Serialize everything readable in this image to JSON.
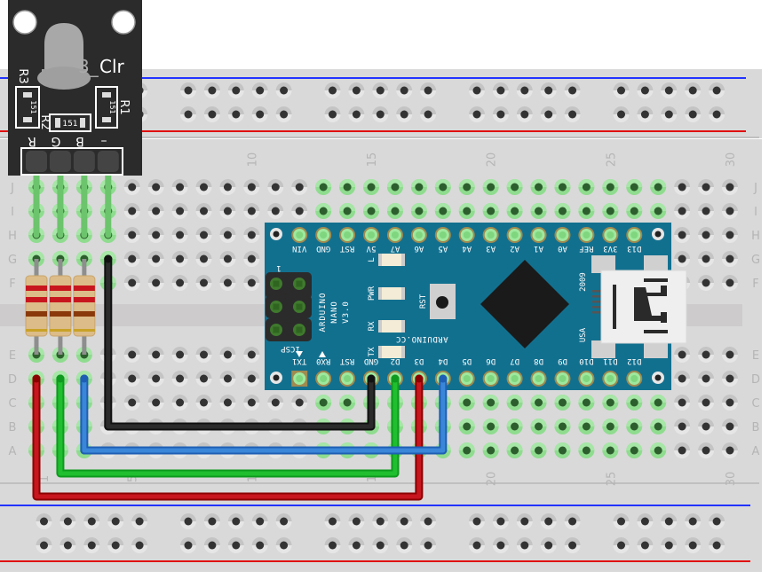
{
  "breadboard": {
    "columns": 30,
    "row_labels_top": [
      "J",
      "I",
      "H",
      "G",
      "F"
    ],
    "row_labels_bottom": [
      "E",
      "D",
      "C",
      "B",
      "A"
    ],
    "column_number_labels": [
      "10",
      "15",
      "20",
      "25",
      "30"
    ],
    "column_number_labels_bottom": [
      "5",
      "1",
      "20",
      "25",
      "30"
    ],
    "rail_colors": {
      "negative": "#1f2fff",
      "positive": "#e01010"
    }
  },
  "rgb_led_module": {
    "title": "Clr",
    "title_prefix": "3_",
    "resistor_labels": [
      "R3",
      "R2",
      "R1"
    ],
    "smd_resistor_code": "151",
    "pin_labels": [
      "R",
      "G",
      "B",
      "–"
    ]
  },
  "resistors": {
    "count": 3,
    "bands": [
      "#c8161e",
      "#c8161e",
      "#8a3a0a",
      "#c9a227"
    ]
  },
  "arduino_nano": {
    "name_lines": [
      "ARDUINO",
      "NANO",
      "V3.0"
    ],
    "website": "ARDUINO.CC",
    "icsp_label": "ICSP",
    "icsp_pin1": "1",
    "reset_label": "RST",
    "leds": [
      "L",
      "PWR",
      "RX",
      "TX"
    ],
    "board_year": "2009",
    "origin": "USA",
    "top_pins": [
      "VIN",
      "GND",
      "RST",
      "5V",
      "A7",
      "A6",
      "A5",
      "A4",
      "A3",
      "A2",
      "A1",
      "A0",
      "REF",
      "3V3",
      "D13"
    ],
    "bottom_pins": [
      "TX1",
      "RX0",
      "RST",
      "GND",
      "D2",
      "D3",
      "D4",
      "D5",
      "D6",
      "D7",
      "D8",
      "D9",
      "D10",
      "D11",
      "D12"
    ]
  },
  "wires": [
    {
      "name": "ground-wire",
      "from": "LED –",
      "to": "Nano GND",
      "color": "#2b2b2b"
    },
    {
      "name": "red-wire",
      "from": "LED R (via resistor)",
      "to": "Nano D3",
      "color": "#c8161e"
    },
    {
      "name": "green-wire",
      "from": "LED G (via resistor)",
      "to": "Nano D2",
      "color": "#1fbf2f"
    },
    {
      "name": "blue-wire",
      "from": "LED B (via resistor)",
      "to": "Nano D4",
      "color": "#3a86d8"
    }
  ]
}
